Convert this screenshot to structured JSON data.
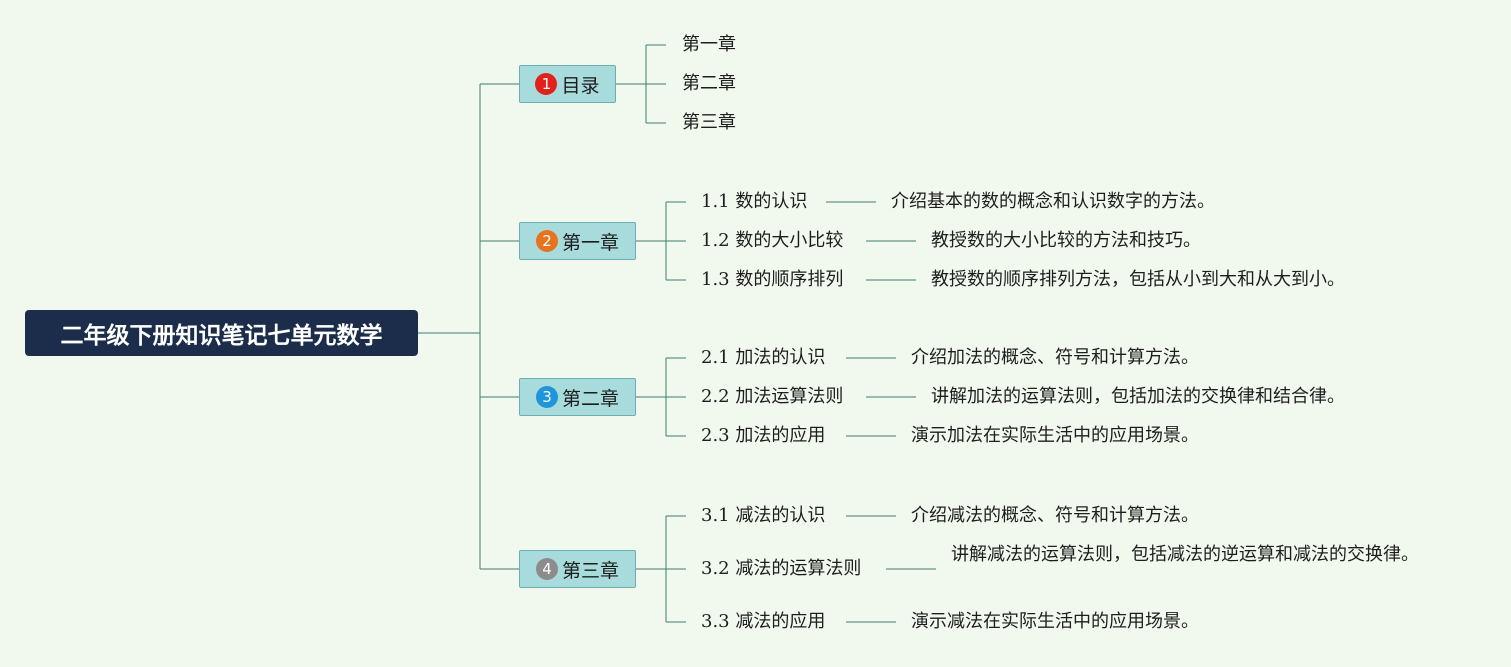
{
  "root": {
    "title": "二年级下册知识笔记七单元数学"
  },
  "branches": [
    {
      "num": "1",
      "label": "目录",
      "badge_color": "#e0211c",
      "items": [
        {
          "label": "第一章"
        },
        {
          "label": "第二章"
        },
        {
          "label": "第三章"
        }
      ]
    },
    {
      "num": "2",
      "label": "第一章",
      "badge_color": "#e8731e",
      "items": [
        {
          "label": "1.1 数的认识",
          "desc": "介绍基本的数的概念和认识数字的方法。"
        },
        {
          "label": "1.2 数的大小比较",
          "desc": "教授数的大小比较的方法和技巧。"
        },
        {
          "label": "1.3 数的顺序排列",
          "desc": "教授数的顺序排列方法，包括从小到大和从大到小。"
        }
      ]
    },
    {
      "num": "3",
      "label": "第二章",
      "badge_color": "#1f95dc",
      "items": [
        {
          "label": "2.1 加法的认识",
          "desc": "介绍加法的概念、符号和计算方法。"
        },
        {
          "label": "2.2 加法运算法则",
          "desc": "讲解加法的运算法则，包括加法的交换律和结合律。"
        },
        {
          "label": "2.3 加法的应用",
          "desc": "演示加法在实际生活中的应用场景。"
        }
      ]
    },
    {
      "num": "4",
      "label": "第三章",
      "badge_color": "#8c8c8c",
      "items": [
        {
          "label": "3.1 减法的认识",
          "desc": "介绍减法的概念、符号和计算方法。"
        },
        {
          "label": "3.2 减法的运算法则",
          "desc": "讲解减法的运算法则，包括减法的逆运算和减法的交换律。"
        },
        {
          "label": "3.3 减法的应用",
          "desc": "演示减法在实际生活中的应用场景。"
        }
      ]
    }
  ]
}
